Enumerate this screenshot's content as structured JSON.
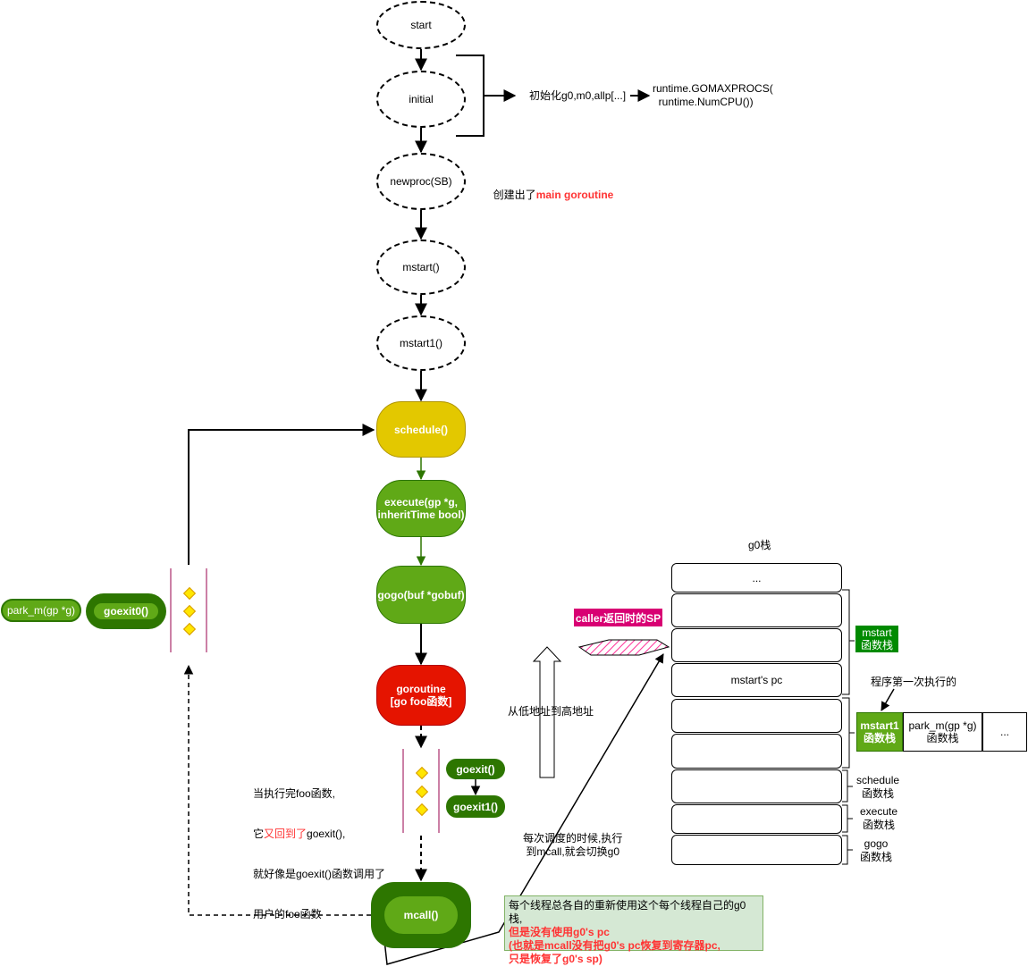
{
  "flow": {
    "start": "start",
    "initial": "initial",
    "newproc": "newproc(SB)",
    "mstart": "mstart()",
    "mstart1": "mstart1()",
    "schedule": "schedule()",
    "execute": "execute(gp *g,\ninheritTime bool)",
    "gogo": "gogo(buf *gobuf)",
    "goroutine": "goroutine\n[go foo函数]",
    "mcall": "mcall()",
    "goexit": "goexit()",
    "goexit1": "goexit1()",
    "park_m": "park_m(gp *g)",
    "goexit0": "goexit0()"
  },
  "annotations": {
    "init_items": "初始化g0,m0,allp[...]",
    "gomaxprocs": "runtime.GOMAXPROCS(\n  runtime.NumCPU())",
    "created_prefix": "创建出了",
    "created_highlight": "main goroutine",
    "foo_line1": "当执行完foo函数,",
    "foo_line2_a": "它",
    "foo_line2_red": "又回到了",
    "foo_line2_b": "goexit(),",
    "foo_line3": "就好像是goexit()函数调用了",
    "foo_line4": "用户的foo函数",
    "low_to_high": "从低地址到高地址",
    "each_schedule": "每次调度的时候,执行\n到mcall,就会切换g0",
    "caller_sp": "caller返回时的SP",
    "first_exec": "程序第一次执行的",
    "note_line1": "每个线程总各自的重新使用这个每个线程自己的g0栈,",
    "note_line2": "但是没有使用g0's pc",
    "note_line3": "(也就是mcall没有把g0's pc恢复到寄存器pc,",
    "note_line4": "只是恢复了g0's sp)"
  },
  "stack": {
    "title": "g0栈",
    "cells": [
      "...",
      "",
      "",
      "mstart's pc",
      "",
      "",
      "",
      "",
      ""
    ],
    "mstart_label": "mstart\n函数栈",
    "mstart1_label": "mstart1\n函数栈",
    "park_m_label": "park_m(gp *g)\n函数栈",
    "ellipsis": "...",
    "schedule_label": "schedule\n函数栈",
    "execute_label": "execute\n函数栈",
    "gogo_label": "gogo\n函数栈"
  },
  "colors": {
    "yellow": "#e3c800",
    "green": "#60a917",
    "dark_green": "#2d7600",
    "red": "#e51400",
    "pink": "#d80073",
    "note_bg": "#d5e8d4",
    "highlight_red": "#ff3333"
  }
}
